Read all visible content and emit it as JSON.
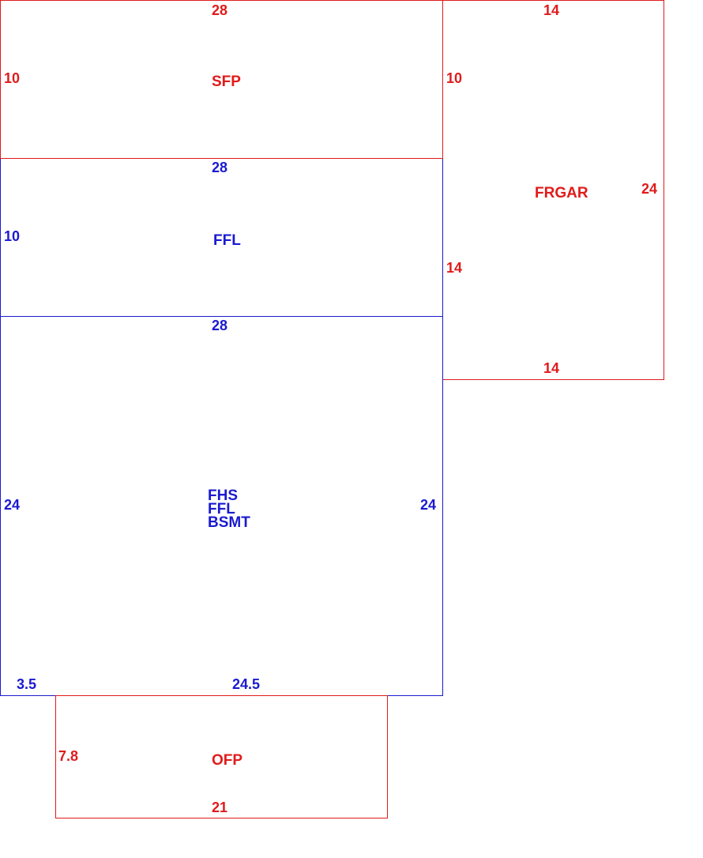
{
  "colors": {
    "red": "#e01b1b",
    "blue": "#1a1ad0"
  },
  "sfp": {
    "label": "SFP",
    "dim_top": "28",
    "dim_left": "10"
  },
  "frgar": {
    "label": "FRGAR",
    "dim_top": "14",
    "dim_left": "10",
    "dim_right": "24",
    "dim_left_lower": "14",
    "dim_bottom": "14"
  },
  "ffl_upper": {
    "label": "FFL",
    "dim_top": "28",
    "dim_left": "10"
  },
  "main": {
    "labels": [
      "FHS",
      "FFL",
      "BSMT"
    ],
    "dim_top": "28",
    "dim_left": "24",
    "dim_right": "24",
    "dim_bottom_left": "3.5",
    "dim_bottom": "24.5"
  },
  "ofp": {
    "label": "OFP",
    "dim_left": "7.8",
    "dim_bottom": "21"
  }
}
